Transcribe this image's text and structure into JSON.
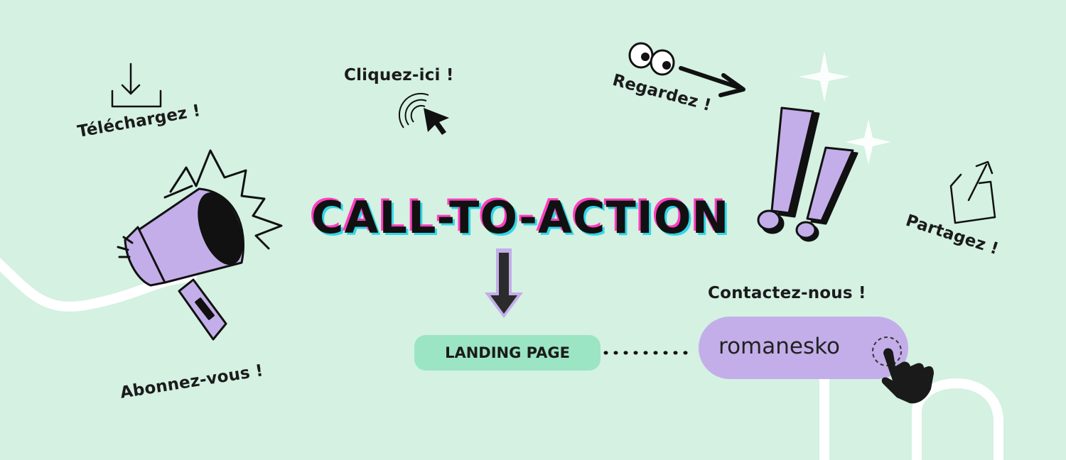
{
  "banner": {
    "title": "CALL-TO-ACTION",
    "download_label": "Téléchargez !",
    "click_label": "Cliquez-ici !",
    "look_label": "Regardez !",
    "share_label": "Partagez !",
    "subscribe_label": "Abonnez-vous !",
    "contact_label": "Contactez-nous !",
    "landing_label": "LANDING PAGE",
    "brand_name": "romanesko"
  },
  "colors": {
    "background": "#d4f1e2",
    "accent_purple": "#c3aee9",
    "accent_green": "#9be5c4",
    "title_shadow_pink": "#ff3fbf",
    "title_shadow_cyan": "#31d6e6"
  },
  "icons": [
    "download-icon",
    "click-cursor-icon",
    "eyes-icon",
    "arrow-right-icon",
    "exclamation-marks-icon",
    "share-icon",
    "megaphone-icon",
    "arrow-down-icon",
    "hand-pointer-icon",
    "sparkle-icon"
  ]
}
